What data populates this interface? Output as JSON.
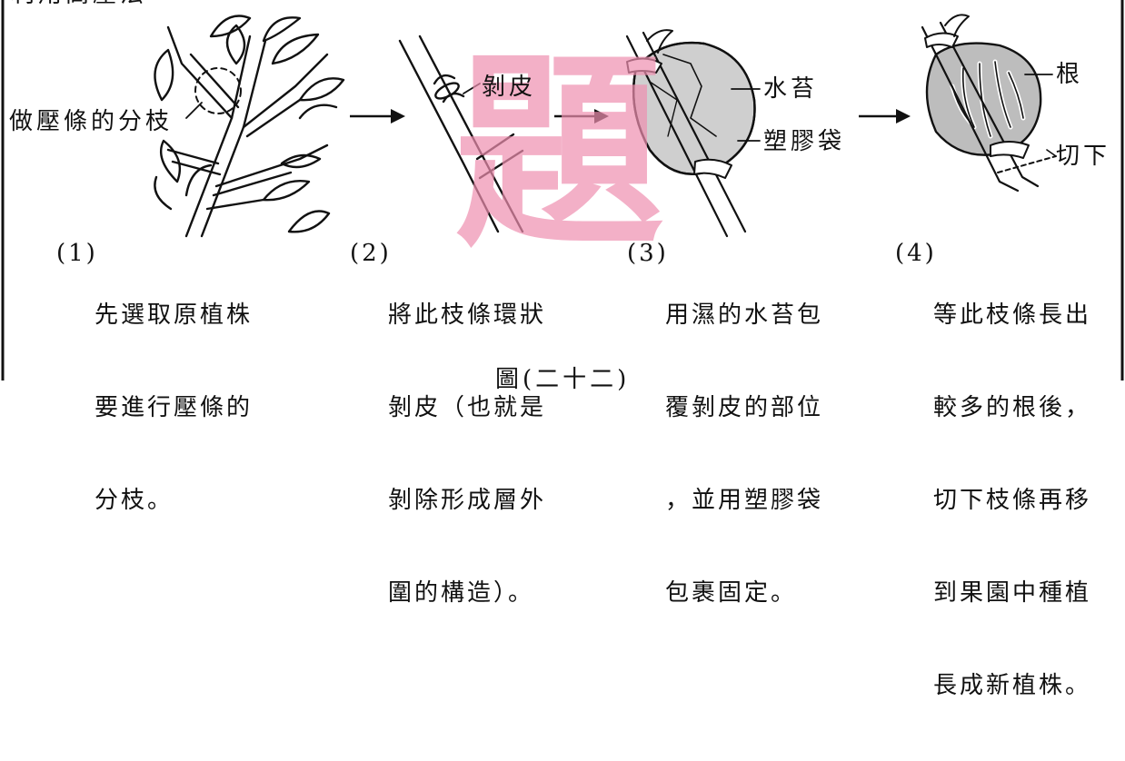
{
  "header_text": "利用高壓法",
  "labels": {
    "branch": "做壓條的分枝",
    "peel": "剝皮",
    "moss": "水苔",
    "bag": "塑膠袋",
    "root": "根",
    "cut": "切下"
  },
  "captions": [
    {
      "num": "(1)",
      "lines": [
        "先選取原植株",
        "要進行壓條的",
        "分枝。"
      ]
    },
    {
      "num": "(2)",
      "lines": [
        "將此枝條環狀",
        "剝皮（也就是",
        "剝除形成層外",
        "圍的構造）。"
      ]
    },
    {
      "num": "(3)",
      "lines": [
        "用濕的水苔包",
        "覆剝皮的部位",
        "，並用塑膠袋",
        "包裹固定。"
      ]
    },
    {
      "num": "(4)",
      "lines": [
        "等此枝條長出",
        "較多的根後，",
        "切下枝條再移",
        "到果園中種植",
        "長成新植株。"
      ]
    }
  ],
  "figure_label": "圖(二十二)",
  "watermark": "題",
  "colors": {
    "ink": "#111111",
    "watermark": "#ef8fb0",
    "moss": "#cfcfcf"
  }
}
